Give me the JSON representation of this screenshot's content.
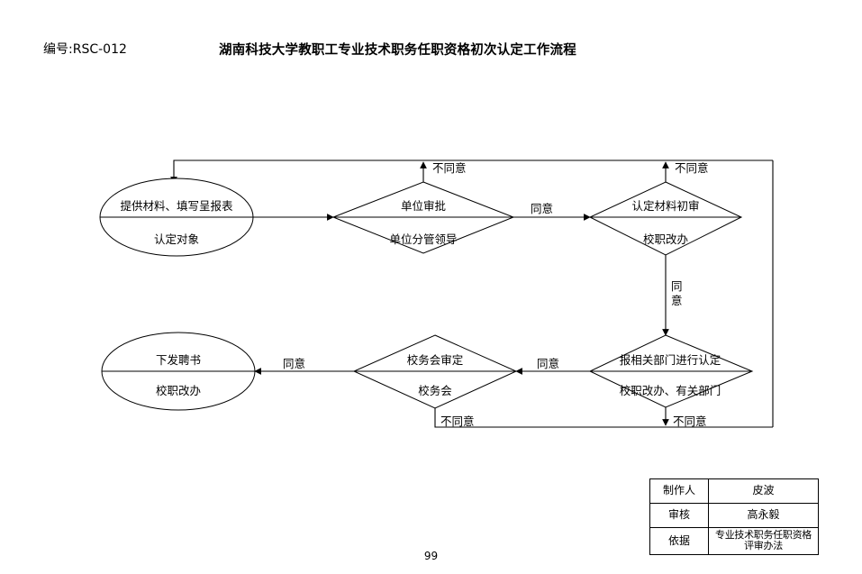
{
  "header": {
    "doc_code": "编号:RSC-012",
    "title": "湖南科技大学教职工专业技术职务任职资格初次认定工作流程"
  },
  "page_number": "99",
  "flowchart": {
    "nodes": [
      {
        "id": "start",
        "type": "ellipse",
        "top_text": "提供材料、填写呈报表",
        "bottom_text": "认定对象"
      },
      {
        "id": "unit-approval",
        "type": "diamond",
        "top_text": "单位审批",
        "bottom_text": "单位分管领导"
      },
      {
        "id": "material-review",
        "type": "diamond",
        "top_text": "认定材料初审",
        "bottom_text": "校职改办"
      },
      {
        "id": "dept-determine",
        "type": "diamond",
        "top_text": "报相关部门进行认定",
        "bottom_text": "校职改办、有关部门"
      },
      {
        "id": "board-review",
        "type": "diamond",
        "top_text": "校务会审定",
        "bottom_text": "校务会"
      },
      {
        "id": "issue-letter",
        "type": "ellipse",
        "top_text": "下发聘书",
        "bottom_text": "校职改办"
      }
    ],
    "edge_labels": {
      "disagree": "不同意",
      "agree": "同意",
      "agree_v1": "同",
      "agree_v2": "意"
    }
  },
  "info_table": {
    "rows": [
      {
        "key": "制作人",
        "value": "皮波"
      },
      {
        "key": "审核",
        "value": "高永毅"
      },
      {
        "key": "依据",
        "value_line1": "专业技术职务任职资格",
        "value_line2": "评审办法"
      }
    ]
  }
}
